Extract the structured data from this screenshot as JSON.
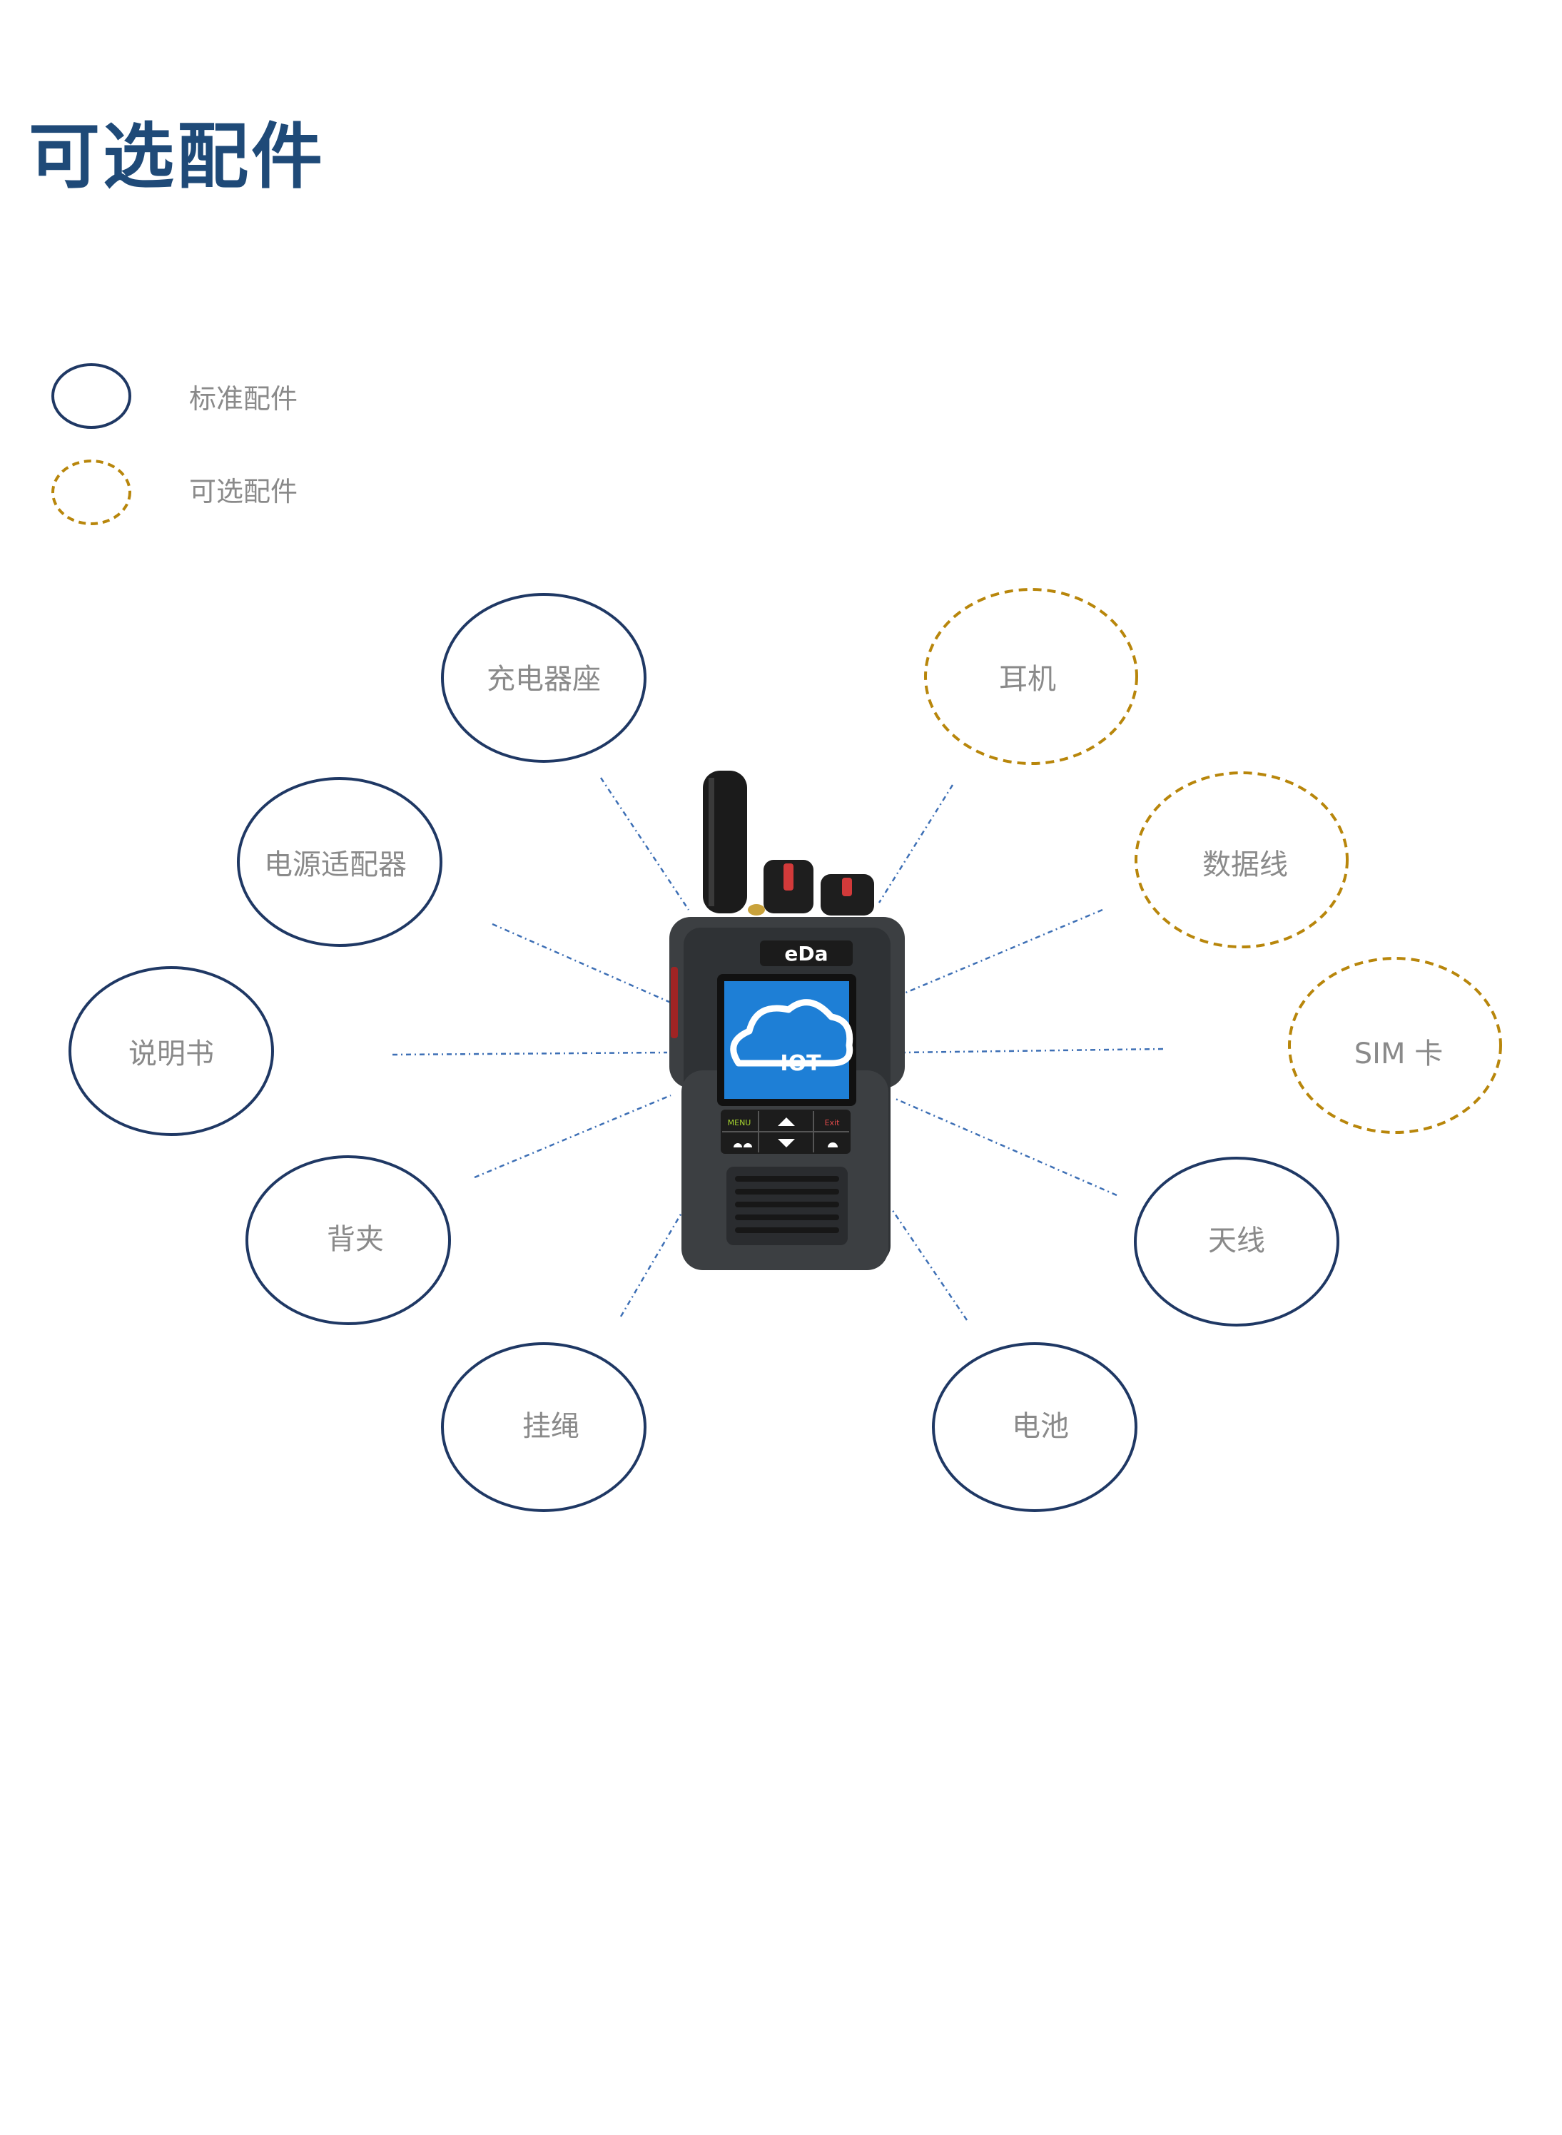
{
  "title": "可选配件",
  "legend": {
    "standard": {
      "label": "标准配件",
      "color": "#1f3864"
    },
    "optional": {
      "label": "可选配件",
      "color": "#b8860b"
    }
  },
  "device": {
    "brand": "eDa",
    "screen_text": "IOT",
    "key_labels": [
      "MENU",
      "Exit"
    ]
  },
  "accessories": [
    {
      "id": "charger-base",
      "label": "充电器座",
      "type": "standard"
    },
    {
      "id": "earphone",
      "label": "耳机",
      "type": "optional"
    },
    {
      "id": "power-adapter",
      "label": "电源适配器",
      "type": "standard"
    },
    {
      "id": "data-cable",
      "label": "数据线",
      "type": "optional"
    },
    {
      "id": "manual",
      "label": "说明书",
      "type": "standard"
    },
    {
      "id": "sim-card",
      "label": "SIM 卡",
      "type": "optional"
    },
    {
      "id": "back-clip",
      "label": "背夹",
      "type": "standard"
    },
    {
      "id": "antenna",
      "label": "天线",
      "type": "standard"
    },
    {
      "id": "lanyard",
      "label": "挂绳",
      "type": "standard"
    },
    {
      "id": "battery",
      "label": "电池",
      "type": "standard"
    }
  ]
}
